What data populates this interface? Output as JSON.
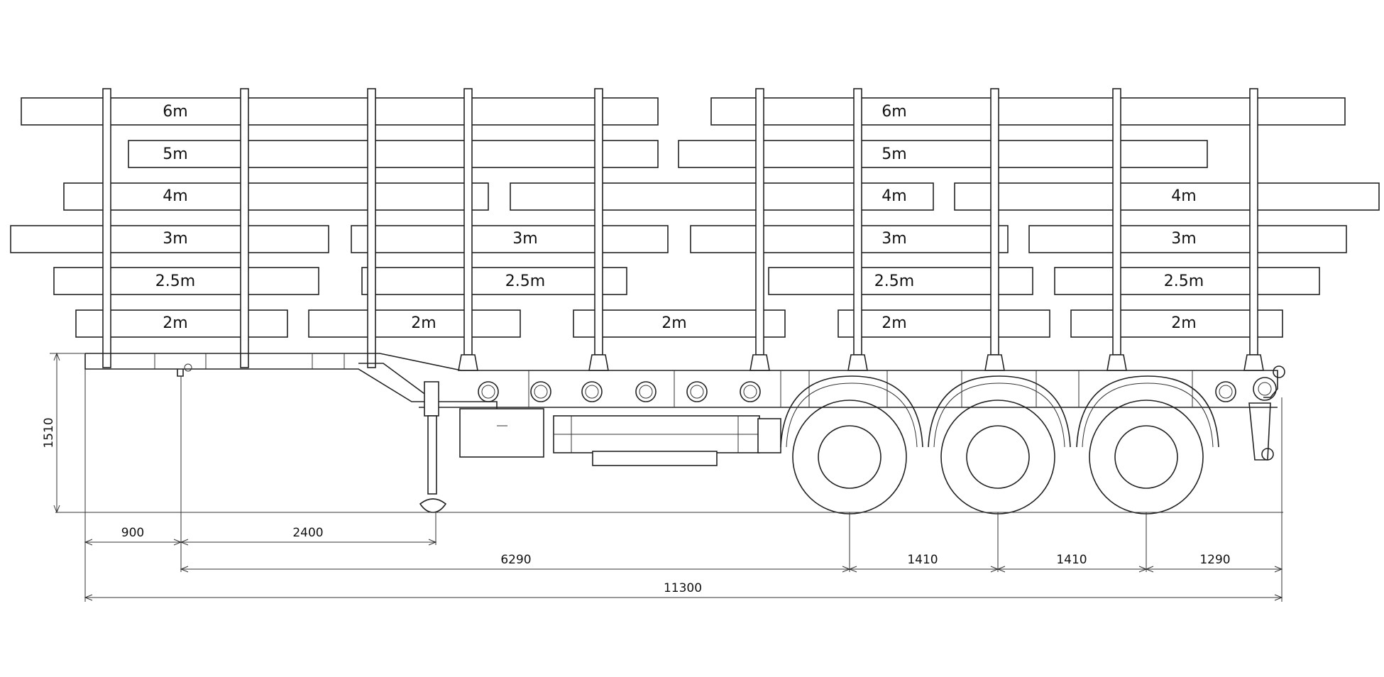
{
  "diagram": {
    "log_rows": [
      {
        "segments": [
          "6m",
          "6m"
        ]
      },
      {
        "segments": [
          "5m",
          "5m"
        ]
      },
      {
        "segments": [
          "4m",
          "4m",
          "4m"
        ]
      },
      {
        "segments": [
          "3m",
          "3m",
          "3m",
          "3m"
        ]
      },
      {
        "segments": [
          "2.5m",
          "2.5m",
          "2.5m",
          "2.5m"
        ]
      },
      {
        "segments": [
          "2m",
          "2m",
          "2m",
          "2m",
          "2m"
        ]
      }
    ],
    "dimensions": {
      "height": "1510",
      "front_overhang": "900",
      "kingpin_to_landing_gear": "2400",
      "kingpin_to_first_axle": "6290",
      "axle_spacing_1": "1410",
      "axle_spacing_2": "1410",
      "rear_overhang": "1290",
      "overall_length": "11300"
    },
    "colors": {
      "line": "#222222",
      "background": "#ffffff"
    }
  }
}
